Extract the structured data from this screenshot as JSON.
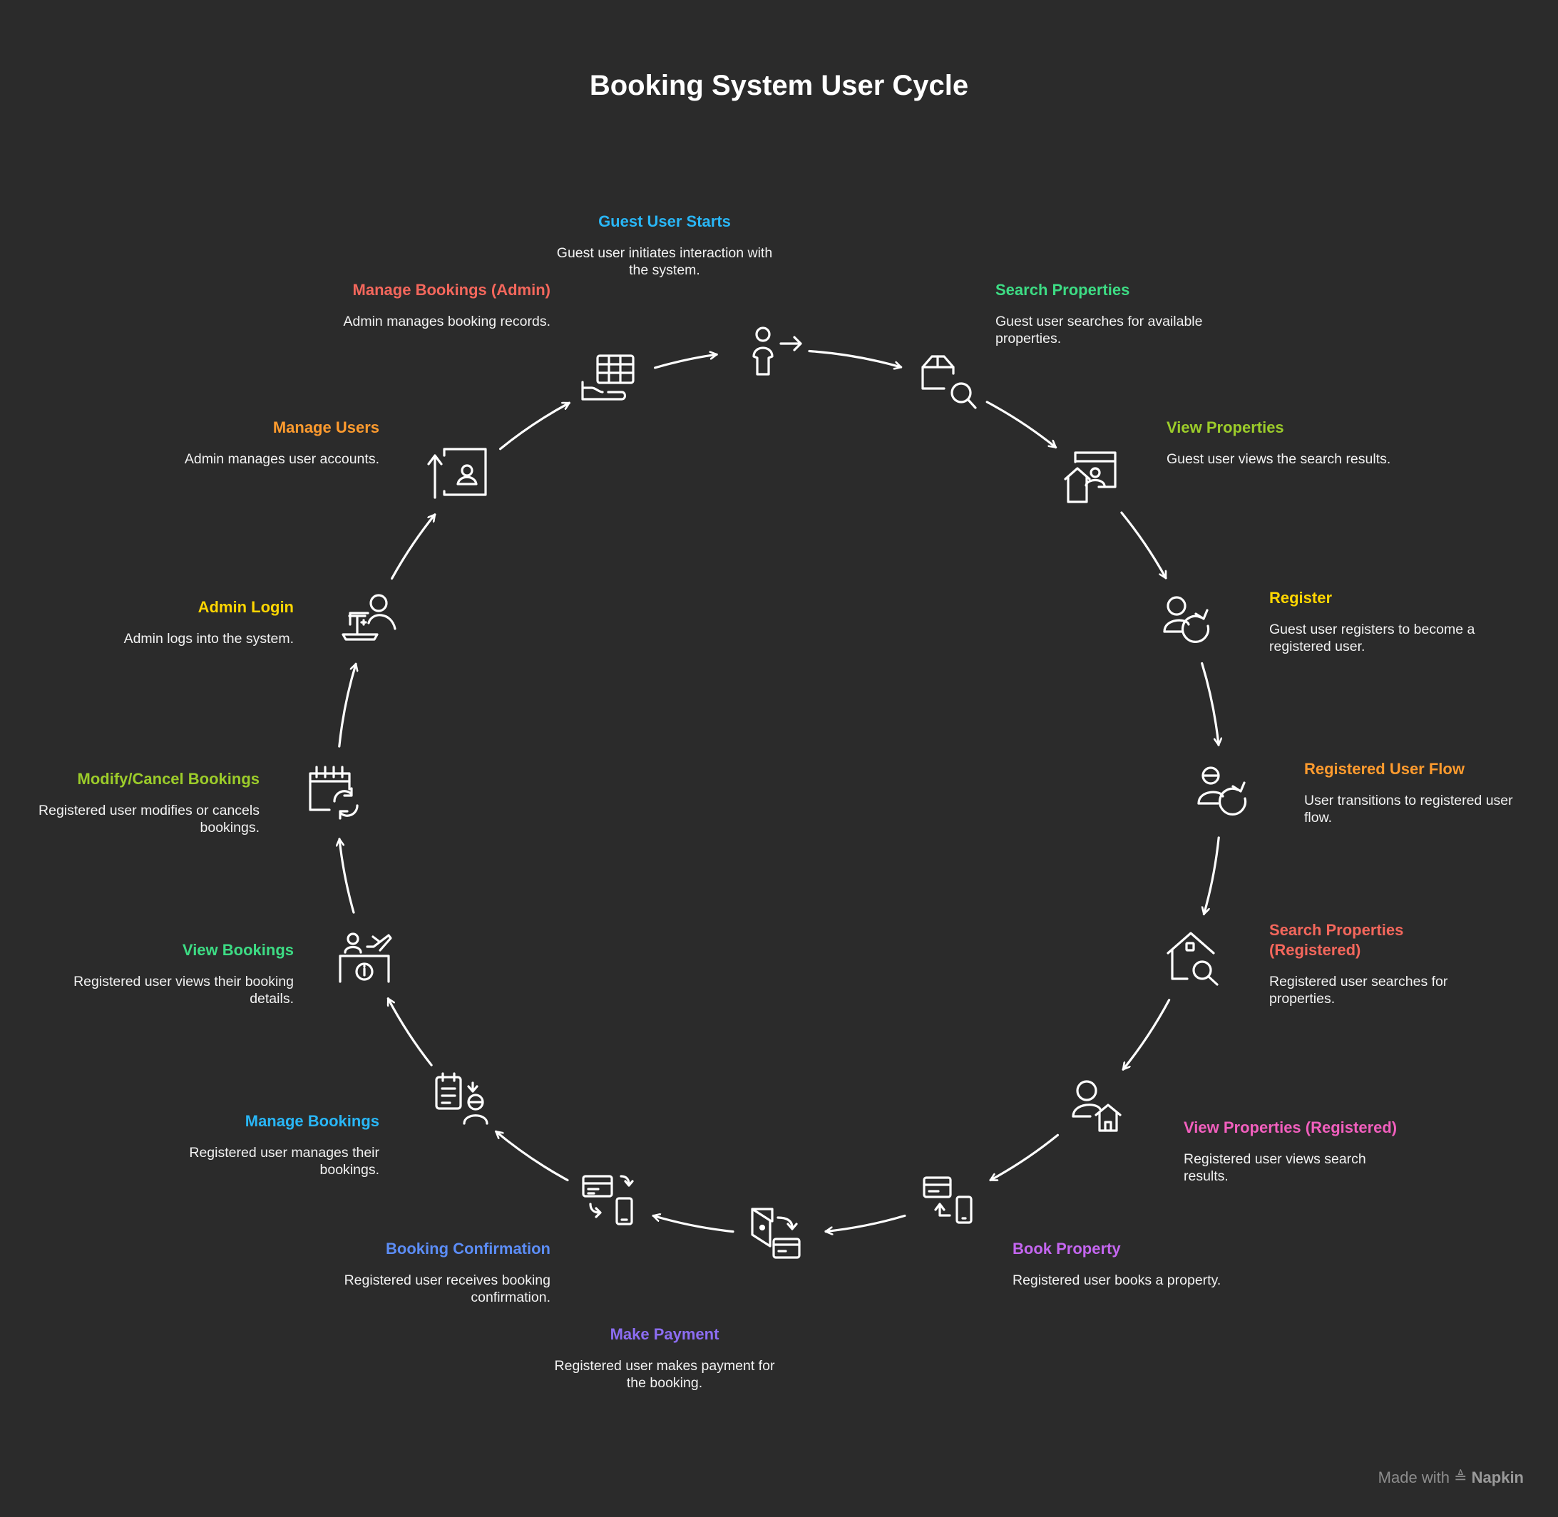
{
  "title": "Booking System User Cycle",
  "footer": {
    "made_with": "Made with",
    "brand": "Napkin"
  },
  "colors": {
    "background": "#2b2b2b",
    "stroke": "#ffffff"
  },
  "steps": [
    {
      "title": "Guest User Starts",
      "desc": "Guest user initiates interaction with the system.",
      "color": "#29b6f6",
      "icon": "person-arrow-right-icon"
    },
    {
      "title": "Search Properties",
      "desc": "Guest user searches for available properties.",
      "color": "#3ddc84",
      "icon": "box-search-icon"
    },
    {
      "title": "View Properties",
      "desc": "Guest user views the search results.",
      "color": "#9ccc2a",
      "icon": "profile-card-house-icon"
    },
    {
      "title": "Register",
      "desc": "Guest user registers to become a registered user.",
      "color": "#ffd600",
      "icon": "person-refresh-icon"
    },
    {
      "title": "Registered User Flow",
      "desc": "User transitions to registered user flow.",
      "color": "#ff9b2e",
      "icon": "user-transition-icon"
    },
    {
      "title": "Search Properties (Registered)",
      "desc": "Registered user searches for properties.",
      "color": "#f4675c",
      "icon": "house-search-icon"
    },
    {
      "title": "View Properties (Registered)",
      "desc": "Registered user views search results.",
      "color": "#f25fbe",
      "icon": "person-house-icon"
    },
    {
      "title": "Book Property",
      "desc": "Registered user books a property.",
      "color": "#c466f0",
      "icon": "card-phone-icon"
    },
    {
      "title": "Make Payment",
      "desc": "Registered user makes payment for the booking.",
      "color": "#8c6df2",
      "icon": "wallet-card-icon"
    },
    {
      "title": "Booking Confirmation",
      "desc": "Registered user receives booking confirmation.",
      "color": "#5c8df6",
      "icon": "ticket-phone-icon"
    },
    {
      "title": "Manage Bookings",
      "desc": "Registered user manages their bookings.",
      "color": "#29b6f6",
      "icon": "checklist-person-icon"
    },
    {
      "title": "View Bookings",
      "desc": "Registered user views their booking details.",
      "color": "#3ddc84",
      "icon": "info-desk-icon"
    },
    {
      "title": "Modify/Cancel Bookings",
      "desc": "Registered user modifies or cancels bookings.",
      "color": "#9ccc2a",
      "icon": "calendar-refresh-icon"
    },
    {
      "title": "Admin Login",
      "desc": "Admin logs into the system.",
      "color": "#ffd600",
      "icon": "admin-laptop-icon"
    },
    {
      "title": "Manage Users",
      "desc": "Admin manages user accounts.",
      "color": "#ff9b2e",
      "icon": "contact-card-upload-icon"
    },
    {
      "title": "Manage Bookings (Admin)",
      "desc": "Admin manages booking records.",
      "color": "#f4675c",
      "icon": "table-hand-icon"
    }
  ]
}
